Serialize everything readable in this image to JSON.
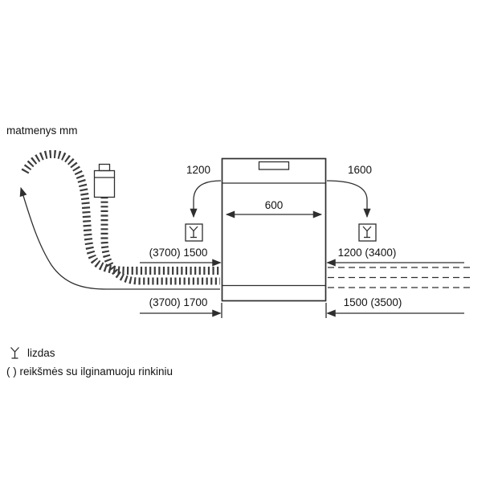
{
  "page": {
    "title": "matmenys mm"
  },
  "dimensions": {
    "socket_left": "1200",
    "socket_right": "1600",
    "appliance_width": "600",
    "row1_left": "(3700) 1500",
    "row1_right": "1200 (3400)",
    "row2_left": "(3700) 1700",
    "row2_right": "1500 (3500)"
  },
  "legend": {
    "socket_label": "lizdas",
    "note_label": "( ) reikšmės su ilginamuoju rinkiniu"
  },
  "colors": {
    "line": "#2e2e2e",
    "text": "#121212",
    "background": "#ffffff"
  }
}
